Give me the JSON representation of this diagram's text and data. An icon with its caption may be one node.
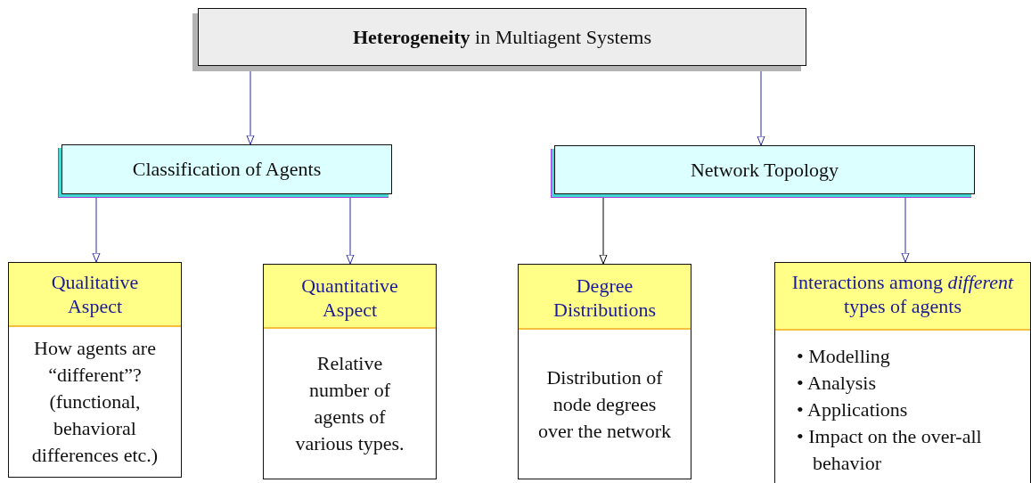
{
  "diagram": {
    "nodes": [
      {
        "text": [
          "**Heterogeneity** in Multiagent Systems"
        ]
      },
      {
        "text": [
          "Classification of Agents"
        ]
      },
      {
        "text": [
          "Network Topology"
        ]
      },
      {
        "text": [
          "Qualitative Aspect",
          "How agents are “different”? (functional, behavioral differences etc.)"
        ]
      },
      {
        "text": [
          "Quantitative Aspect",
          "Relative number of agents of various types."
        ]
      },
      {
        "text": [
          "Degree Distributions",
          "Distribution of node degrees over the network"
        ]
      },
      {
        "text": [
          "Interactions among *different* types of agents",
          "• Modelling",
          "• Analysis",
          "• Applications",
          "• Impact on the over-all behavior"
        ]
      }
    ],
    "edges": [
      {
        "from": 0,
        "to": 1,
        "arrow": "to"
      },
      {
        "from": 0,
        "to": 2,
        "arrow": "to"
      },
      {
        "from": 1,
        "to": 3,
        "arrow": "to"
      },
      {
        "from": 1,
        "to": 4,
        "arrow": "to"
      },
      {
        "from": 2,
        "to": 5,
        "arrow": "to",
        "color": "#000000"
      },
      {
        "from": 2,
        "to": 6,
        "arrow": "to"
      }
    ]
  }
}
